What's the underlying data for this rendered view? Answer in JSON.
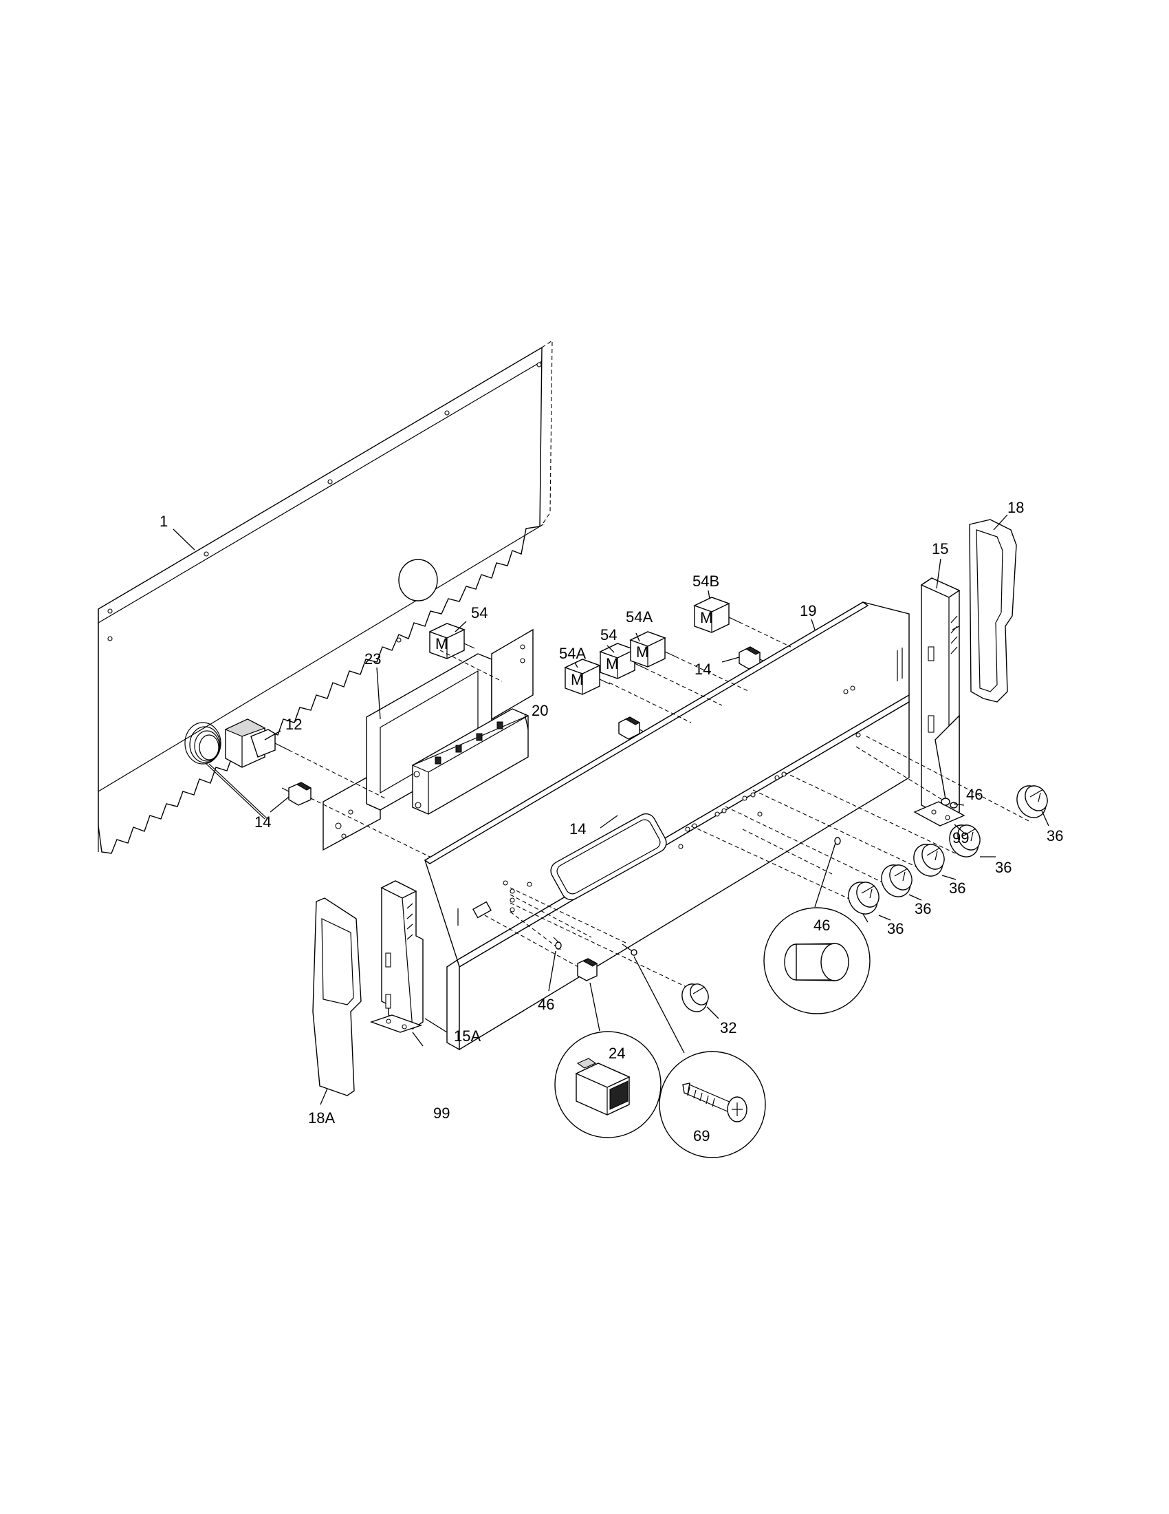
{
  "labels": {
    "backguard": "1",
    "thermostat": "12",
    "switch_left": "14",
    "switch_center": "14",
    "switch_right": "14",
    "end_trim_right": "15",
    "end_trim_left": "15A",
    "end_cap_right": "18",
    "end_cap_left": "18A",
    "control_panel": "19",
    "control_board": "20",
    "bracket": "23",
    "rocker_switch": "24",
    "knob_small": "32",
    "knob_a": "36",
    "knob_b": "36",
    "knob_c": "36",
    "knob_d": "36",
    "knob_e": "36",
    "pin_right": "46",
    "pin_left": "46",
    "pin_detail": "46",
    "screw_detail": "69",
    "switch_54_left": "54",
    "switch_54_center": "54",
    "switch_54a_left": "54A",
    "switch_54a_right": "54A",
    "switch_54b": "54B",
    "plate_right": "99",
    "plate_left": "99"
  }
}
